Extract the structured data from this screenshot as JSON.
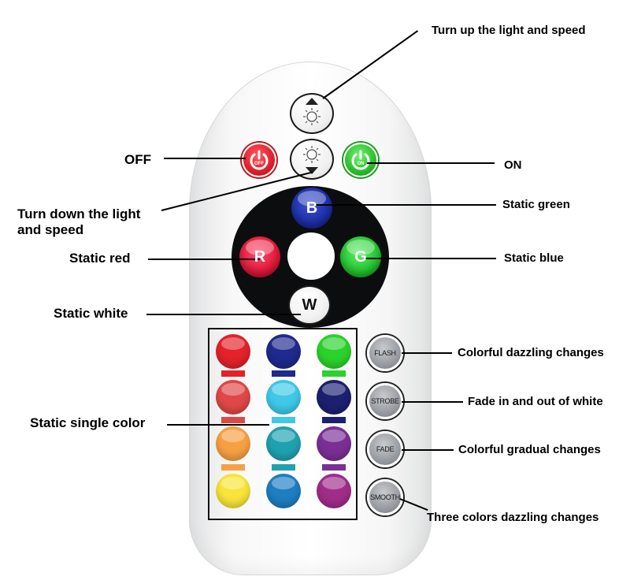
{
  "remote": {
    "buttons": {
      "brightness_up": {
        "icon": "sun-up-icon"
      },
      "brightness_down": {
        "icon": "sun-down-icon"
      },
      "off": {
        "text": "OFF",
        "color": "#e3222e"
      },
      "on": {
        "text": "ON",
        "color": "#2fc22f"
      },
      "blue": {
        "text": "B",
        "color": "#1d2fa8"
      },
      "red": {
        "text": "R",
        "color": "#e2183a"
      },
      "green": {
        "text": "G",
        "color": "#22c62f"
      },
      "white": {
        "text": "W"
      },
      "flash": {
        "text": "FLASH"
      },
      "strobe": {
        "text": "STROBE"
      },
      "fade": {
        "text": "FADE"
      },
      "smooth": {
        "text": "SMOOTH"
      }
    },
    "color_keys": [
      [
        "#e3222a",
        "#1f2a8c",
        "#2bd22b"
      ],
      [
        "#e04848",
        "#3fc8e8",
        "#1c2070"
      ],
      [
        "#f7a043",
        "#1fa2b0",
        "#7b2f95"
      ],
      [
        "#f9e43a",
        "#1e7ec2",
        "#a02d8a"
      ]
    ]
  },
  "labels": {
    "up": "Turn up the light and speed",
    "off": "OFF",
    "on": "ON",
    "down_line1": "Turn down the light",
    "down_line2": "and speed",
    "static_green": "Static green",
    "static_red": "Static red",
    "static_blue": "Static blue",
    "static_white": "Static white",
    "static_single": "Static single color",
    "flash": "Colorful dazzling changes",
    "strobe": "Fade in and out of white",
    "fade": "Colorful gradual changes",
    "smooth": "Three colors dazzling changes"
  }
}
